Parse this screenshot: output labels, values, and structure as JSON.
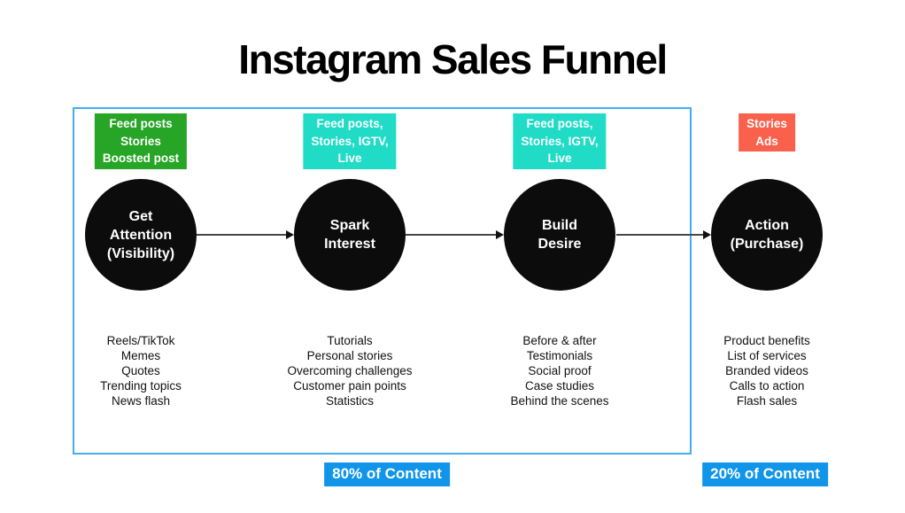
{
  "title": "Instagram Sales Funnel",
  "colors": {
    "tag_green": "#27a527",
    "tag_teal": "#20dbc6",
    "tag_coral": "#f9614d",
    "footer_label_blue": "#1095e8",
    "frame_border_blue": "#41aeef",
    "circle_black": "#0c0c0c"
  },
  "stages": [
    {
      "tag_lines": [
        "Feed posts",
        "Stories",
        "Boosted post"
      ],
      "circle_lines": [
        "Get",
        "Attention",
        "(Visibility)"
      ],
      "items": [
        "Reels/TikTok",
        "Memes",
        "Quotes",
        "Trending topics",
        "News flash"
      ]
    },
    {
      "tag_lines": [
        "Feed posts,",
        "Stories, IGTV,",
        "Live"
      ],
      "circle_lines": [
        "Spark",
        "Interest"
      ],
      "items": [
        "Tutorials",
        "Personal stories",
        "Overcoming challenges",
        "Customer pain points",
        "Statistics"
      ]
    },
    {
      "tag_lines": [
        "Feed posts,",
        "Stories, IGTV,",
        "Live"
      ],
      "circle_lines": [
        "Build",
        "Desire"
      ],
      "items": [
        "Before & after",
        "Testimonials",
        "Social proof",
        "Case studies",
        "Behind the scenes"
      ]
    },
    {
      "tag_lines": [
        "Stories",
        "Ads"
      ],
      "circle_lines": [
        "Action",
        "(Purchase)"
      ],
      "items": [
        "Product benefits",
        "List of services",
        "Branded videos",
        "Calls to action",
        "Flash sales"
      ]
    }
  ],
  "footer": {
    "left_label": "80% of Content",
    "right_label": "20% of Content"
  }
}
